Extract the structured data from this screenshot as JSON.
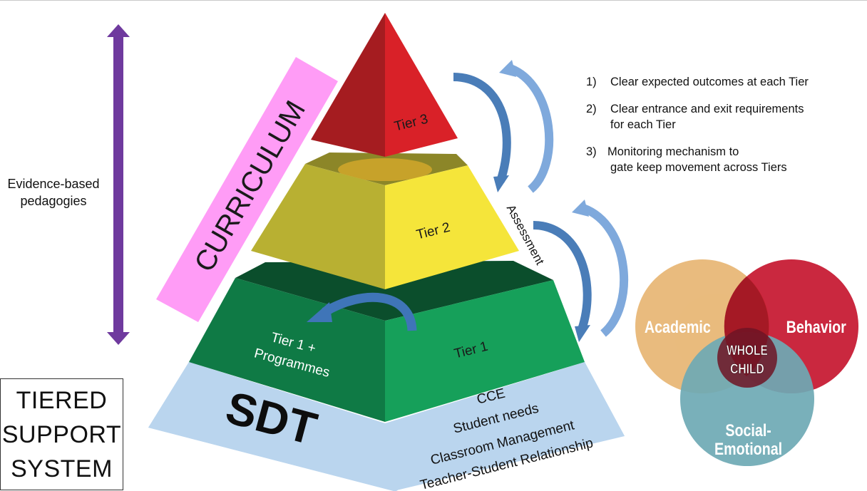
{
  "colors": {
    "purple_arrow": "#6f3a9e",
    "curriculum_band": "#ff9cf6",
    "tier3_red": "#d92128",
    "tier2_yellow": "#f5e53a",
    "tier1_green": "#16a05a",
    "base_blue": "#bad5ee",
    "cycle_arrow_blue": "#5b8fcf",
    "venn_academic": "#e8b777",
    "venn_behavior": "#c5162f",
    "venn_social": "#6ea9b4"
  },
  "left_label": {
    "line1": "Evidence-based",
    "line2": "pedagogies"
  },
  "tiered_box": {
    "line1": "TIERED",
    "line2": "SUPPORT",
    "line3": "SYSTEM"
  },
  "curriculum_label": "CURRICULUM",
  "pyramid": {
    "tier3": "Tier 3",
    "tier2": "Tier 2",
    "tier1": "Tier 1",
    "tier1_plus_line1": "Tier 1 +",
    "tier1_plus_line2": "Programmes",
    "base_title": "SDT",
    "base_items": [
      "CCE",
      "Student needs",
      "Classroom Management",
      "Teacher-Student Relationship"
    ]
  },
  "assessment_label": "Assessment",
  "points": [
    {
      "num": "1)",
      "line1": "Clear expected outcomes at each Tier",
      "line2": ""
    },
    {
      "num": "2)",
      "line1": "Clear entrance and exit requirements",
      "line2": "for each Tier"
    },
    {
      "num": "3)",
      "line1": "Monitoring mechanism to",
      "line2": "gate keep movement across Tiers"
    }
  ],
  "venn": {
    "academic": "Academic",
    "behavior": "Behavior",
    "social_line1": "Social-",
    "social_line2": "Emotional",
    "center_line1": "WHOLE",
    "center_line2": "CHILD"
  }
}
